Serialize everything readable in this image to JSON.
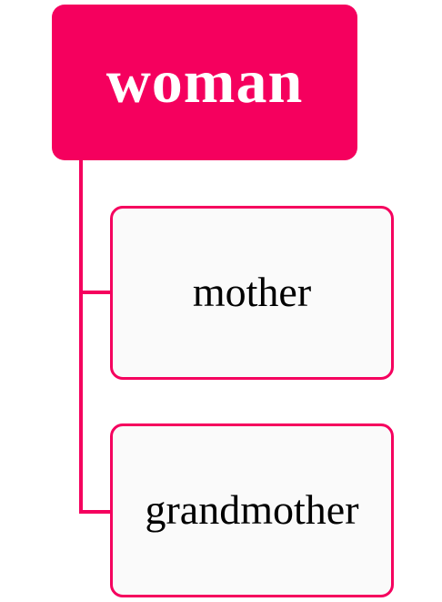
{
  "diagram": {
    "root": {
      "label": "woman"
    },
    "children": [
      {
        "label": "mother"
      },
      {
        "label": "grandmother"
      }
    ],
    "colors": {
      "accent": "#f5005e",
      "root_text": "#ffffff",
      "child_fill": "#fafafa",
      "child_text": "#000000",
      "background": "#ffffff"
    }
  }
}
